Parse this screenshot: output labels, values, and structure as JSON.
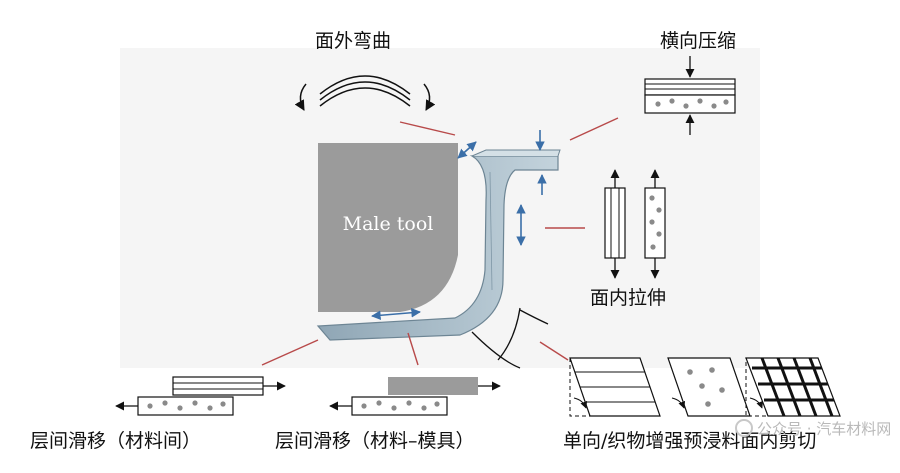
{
  "labels": {
    "out_of_plane_bending": "面外弯曲",
    "transverse_compression": "横向压缩",
    "in_plane_tension": "面内拉伸",
    "interlaminar_slip_material": "层间滑移（材料间）",
    "interlaminar_slip_material_mold": "层间滑移（材料–模具）",
    "in_plane_shear": "单向/织物增强预浸料面内剪切"
  },
  "tool": {
    "label": "Male tool"
  },
  "watermark": {
    "text": "公众号 · 汽车材料网"
  },
  "colors": {
    "tool_fill": "#9b9b9b",
    "laminate_fill": "#a8bcc8",
    "arrow_blue": "#3b6fa8",
    "leader_red": "#b84a4a"
  }
}
